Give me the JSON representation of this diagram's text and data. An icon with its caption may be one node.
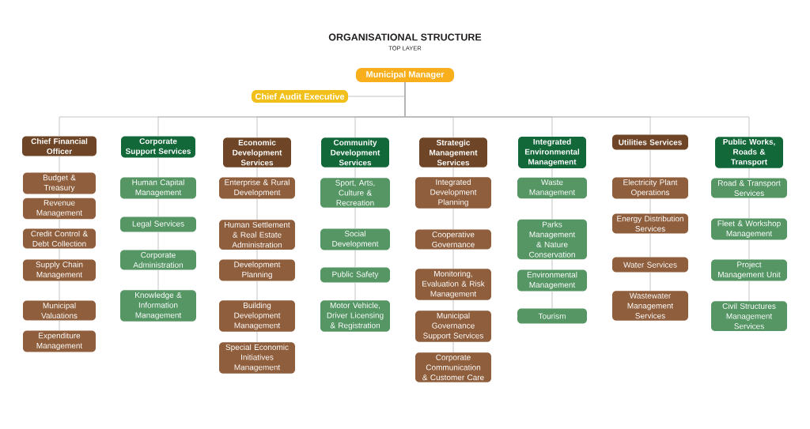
{
  "diagram": {
    "title": "ORGANISATIONAL STRUCTURE",
    "nodes": [
      {
        "text": [
          "Municipal Manager"
        ]
      },
      {
        "text": [
          "Chief Audit Executive"
        ]
      },
      {
        "text": [
          "Chief Financial Officer"
        ]
      },
      {
        "text": [
          "Budget & Treasury"
        ]
      },
      {
        "text": [
          "Revenue Management"
        ]
      },
      {
        "text": [
          "Credit Control & Debt Collection"
        ]
      },
      {
        "text": [
          "Supply Chain Management"
        ]
      },
      {
        "text": [
          "Municipal Valuations"
        ]
      },
      {
        "text": [
          "Expenditure Management"
        ]
      },
      {
        "text": [
          "Corporate Support Services"
        ]
      },
      {
        "text": [
          "Human Capital Management"
        ]
      },
      {
        "text": [
          "Legal Services"
        ]
      },
      {
        "text": [
          "Corporate Administration"
        ]
      },
      {
        "text": [
          "Knowledge & Information Management"
        ]
      },
      {
        "text": [
          "Economic Development Services"
        ]
      },
      {
        "text": [
          "Enterprise & Rural Development"
        ]
      },
      {
        "text": [
          "Human Settlement & Real Estate Administration"
        ]
      },
      {
        "text": [
          "Development Planning"
        ]
      },
      {
        "text": [
          "Building Development Management"
        ]
      },
      {
        "text": [
          "Special Economic Initiatives Management"
        ]
      },
      {
        "text": [
          "Community Development Services"
        ]
      },
      {
        "text": [
          "Sport, Arts, Culture & Recreation"
        ]
      },
      {
        "text": [
          "Social Development"
        ]
      },
      {
        "text": [
          "Public Safety"
        ]
      },
      {
        "text": [
          "Motor Vehicle, Driver Licensing & Registration"
        ]
      },
      {
        "text": [
          "Strategic Management Services"
        ]
      },
      {
        "text": [
          "Integrated Development Planning"
        ]
      },
      {
        "text": [
          "Cooperative Governance"
        ]
      },
      {
        "text": [
          "Monitoring, Evaluation & Risk Management"
        ]
      },
      {
        "text": [
          "Municipal Governance Support Services"
        ]
      },
      {
        "text": [
          "Corporate Communication & Customer Care"
        ]
      },
      {
        "text": [
          "Integrated Environmental Management"
        ]
      },
      {
        "text": [
          "Waste Management"
        ]
      },
      {
        "text": [
          "Parks Management & Nature Conservation"
        ]
      },
      {
        "text": [
          "Environmental Management"
        ]
      },
      {
        "text": [
          "Tourism"
        ]
      },
      {
        "text": [
          "Utilities Services"
        ]
      },
      {
        "text": [
          "Electricity Plant Operations"
        ]
      },
      {
        "text": [
          "Energy Distribution Services"
        ]
      },
      {
        "text": [
          "Water Services"
        ]
      },
      {
        "text": [
          "Wastewater Management Services"
        ]
      },
      {
        "text": [
          "Public Works, Roads & Transport"
        ]
      },
      {
        "text": [
          "Road & Transport Services"
        ]
      },
      {
        "text": [
          "Fleet & Workshop Management"
        ]
      },
      {
        "text": [
          "Project Management Unit"
        ]
      },
      {
        "text": [
          "Civil Structures Management Services"
        ]
      }
    ],
    "edges": [
      {
        "from": 0,
        "to": 1,
        "arrow": "none"
      },
      {
        "from": 0,
        "to": 2,
        "arrow": "none"
      },
      {
        "from": 0,
        "to": 9,
        "arrow": "none"
      },
      {
        "from": 0,
        "to": 14,
        "arrow": "none"
      },
      {
        "from": 0,
        "to": 20,
        "arrow": "none"
      },
      {
        "from": 0,
        "to": 25,
        "arrow": "none"
      },
      {
        "from": 0,
        "to": 31,
        "arrow": "none"
      },
      {
        "from": 0,
        "to": 36,
        "arrow": "none"
      },
      {
        "from": 0,
        "to": 41,
        "arrow": "none"
      },
      {
        "from": 2,
        "to": 3,
        "arrow": "none"
      },
      {
        "from": 3,
        "to": 4,
        "arrow": "none"
      },
      {
        "from": 4,
        "to": 5,
        "arrow": "none"
      },
      {
        "from": 5,
        "to": 6,
        "arrow": "none"
      },
      {
        "from": 6,
        "to": 7,
        "arrow": "none"
      },
      {
        "from": 7,
        "to": 8,
        "arrow": "none"
      },
      {
        "from": 9,
        "to": 10,
        "arrow": "none"
      },
      {
        "from": 10,
        "to": 11,
        "arrow": "none"
      },
      {
        "from": 11,
        "to": 12,
        "arrow": "none"
      },
      {
        "from": 12,
        "to": 13,
        "arrow": "none"
      },
      {
        "from": 14,
        "to": 15,
        "arrow": "none"
      },
      {
        "from": 15,
        "to": 16,
        "arrow": "none"
      },
      {
        "from": 16,
        "to": 17,
        "arrow": "none"
      },
      {
        "from": 17,
        "to": 18,
        "arrow": "none"
      },
      {
        "from": 18,
        "to": 19,
        "arrow": "none"
      },
      {
        "from": 20,
        "to": 21,
        "arrow": "none"
      },
      {
        "from": 21,
        "to": 22,
        "arrow": "none"
      },
      {
        "from": 22,
        "to": 23,
        "arrow": "none"
      },
      {
        "from": 23,
        "to": 24,
        "arrow": "none"
      },
      {
        "from": 25,
        "to": 26,
        "arrow": "none"
      },
      {
        "from": 26,
        "to": 27,
        "arrow": "none"
      },
      {
        "from": 27,
        "to": 28,
        "arrow": "none"
      },
      {
        "from": 28,
        "to": 29,
        "arrow": "none"
      },
      {
        "from": 29,
        "to": 30,
        "arrow": "none"
      },
      {
        "from": 31,
        "to": 32,
        "arrow": "none"
      },
      {
        "from": 32,
        "to": 33,
        "arrow": "none"
      },
      {
        "from": 33,
        "to": 34,
        "arrow": "none"
      },
      {
        "from": 34,
        "to": 35,
        "arrow": "none"
      },
      {
        "from": 36,
        "to": 37,
        "arrow": "none"
      },
      {
        "from": 37,
        "to": 38,
        "arrow": "none"
      },
      {
        "from": 38,
        "to": 39,
        "arrow": "none"
      },
      {
        "from": 39,
        "to": 40,
        "arrow": "none"
      },
      {
        "from": 41,
        "to": 42,
        "arrow": "none"
      },
      {
        "from": 42,
        "to": 43,
        "arrow": "none"
      },
      {
        "from": 43,
        "to": 44,
        "arrow": "none"
      },
      {
        "from": 44,
        "to": 45,
        "arrow": "none"
      }
    ],
    "labels": [
      "TOP LAYER"
    ]
  }
}
